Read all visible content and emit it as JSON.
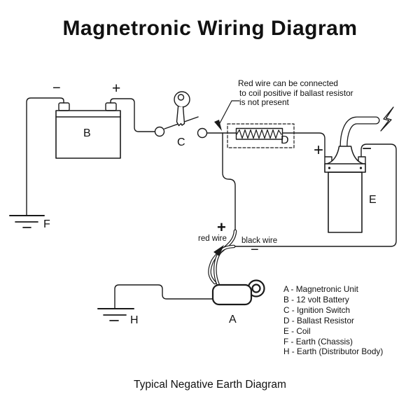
{
  "title": "Magnetronic Wiring Diagram",
  "caption": "Typical Negative Earth Diagram",
  "annotation": {
    "lines": [
      "Red wire can be connected",
      "to coil positive if ballast resistor",
      "is not present"
    ]
  },
  "diagram": {
    "component_labels": {
      "magnetronic_unit": "A",
      "battery": "B",
      "ignition_switch": "C",
      "ballast_resistor": "D",
      "coil": "E",
      "earth_chassis": "F",
      "earth_distributor": "H"
    },
    "wire_labels": {
      "red": "red wire",
      "black": "black wire"
    },
    "polarity": {
      "battery_minus": "−",
      "battery_plus": "+",
      "coil_plus": "+",
      "coil_minus": "−",
      "unit_plus": "+",
      "unit_minus": "−"
    },
    "icons": {
      "key": "ignition-key",
      "lightning": "spark-high-tension"
    }
  },
  "legend": {
    "items": [
      "A - Magnetronic Unit",
      "B - 12 volt Battery",
      "C - Ignition Switch",
      "D - Ballast Resistor",
      "E - Coil",
      "F - Earth (Chassis)",
      "H - Earth (Distributor Body)"
    ]
  },
  "colors": {
    "ink": "#1a1a1a",
    "background": "#ffffff"
  }
}
